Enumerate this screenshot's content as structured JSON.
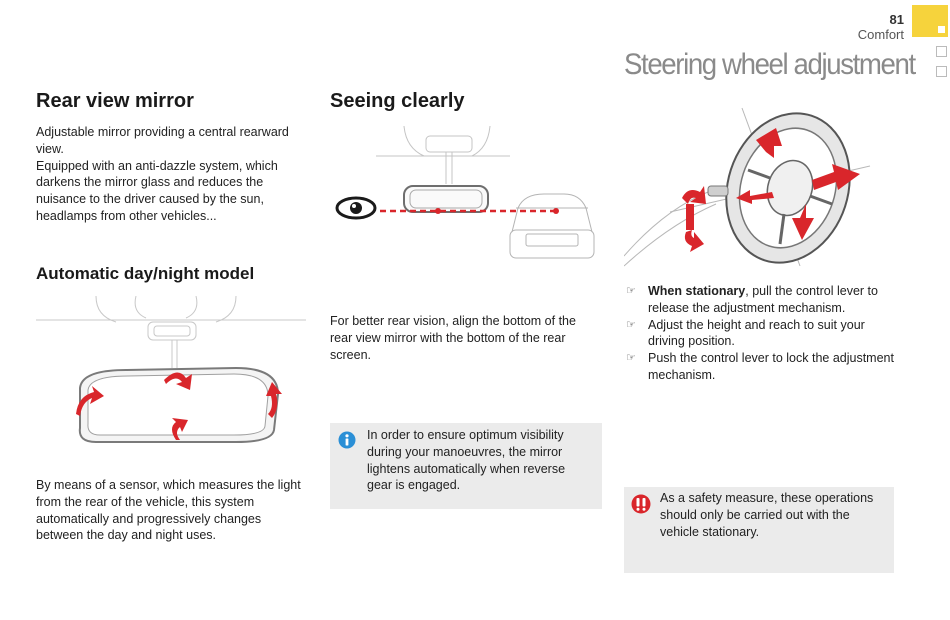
{
  "header": {
    "page_number": "81",
    "section": "Comfort",
    "title": "Steering wheel adjustment"
  },
  "rear_view": {
    "heading": "Rear view mirror",
    "paragraph1": "Adjustable mirror providing a central rearward view.",
    "paragraph2": "Equipped with an anti-dazzle system, which darkens the mirror glass and reduces the nuisance to the driver caused by the sun, headlamps from other vehicles..."
  },
  "auto_model": {
    "heading": "Automatic day/night model",
    "paragraph": "By means of a sensor, which measures the light from the rear of the vehicle, this system automatically and progressively changes between the day and night uses."
  },
  "seeing_clearly": {
    "heading": "Seeing clearly",
    "paragraph": "For better rear vision, align the bottom of the rear view mirror with the bottom of the rear screen.",
    "info_note": "In order to ensure optimum visibility during your manoeuvres, the mirror lightens automatically when reverse gear is engaged."
  },
  "steering": {
    "steps": [
      {
        "bold": "When stationary",
        "text": ", pull the control lever to release the adjustment mechanism."
      },
      {
        "bold": "",
        "text": "Adjust the height and reach to suit your driving position."
      },
      {
        "bold": "",
        "text": "Push the control lever to lock the adjustment mechanism."
      }
    ],
    "warning_note": "As a safety measure, these operations should only be carried out with the vehicle stationary."
  },
  "icons": {
    "info": "info-icon",
    "warning": "warning-icon",
    "bullet": "pointing-hand-icon"
  },
  "colors": {
    "accent_yellow": "#f6d33c",
    "arrow_red": "#d9262b",
    "info_blue": "#2a8fd6",
    "note_grey": "#ebebeb"
  }
}
